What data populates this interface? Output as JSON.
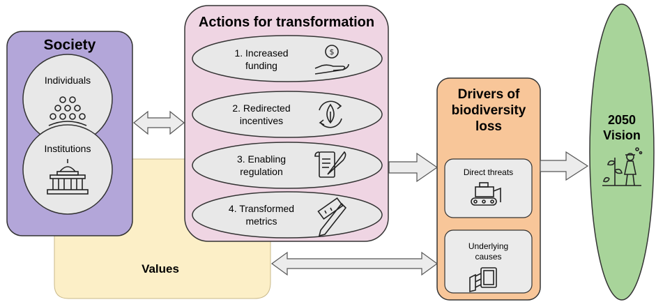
{
  "society": {
    "title": "Society",
    "individuals": "Individuals",
    "institutions": "Institutions"
  },
  "values": {
    "label": "Values"
  },
  "actions": {
    "title": "Actions for transformation",
    "items": [
      {
        "line1": "1. Increased",
        "line2": "funding",
        "icon": "hand-coin-icon"
      },
      {
        "line1": "2. Redirected",
        "line2": "incentives",
        "icon": "leaf-cycle-icon"
      },
      {
        "line1": "3. Enabling",
        "line2": "regulation",
        "icon": "scroll-quill-icon"
      },
      {
        "line1": "4. Transformed",
        "line2": "metrics",
        "icon": "ruler-pencil-icon"
      }
    ]
  },
  "drivers": {
    "title_line1": "Drivers of",
    "title_line2": "biodiversity",
    "title_line3": "loss",
    "direct": "Direct threats",
    "underlying_line1": "Underlying",
    "underlying_line2": "causes"
  },
  "vision": {
    "line1": "2050",
    "line2": "Vision"
  },
  "colors": {
    "society_fill": "#b3a6d9",
    "values_fill": "#fcefc7",
    "actions_fill": "#efd5e3",
    "drivers_fill": "#f8c699",
    "vision_fill": "#a8d49a",
    "ellipse_fill": "#e8e8e8",
    "stroke": "#333333"
  }
}
